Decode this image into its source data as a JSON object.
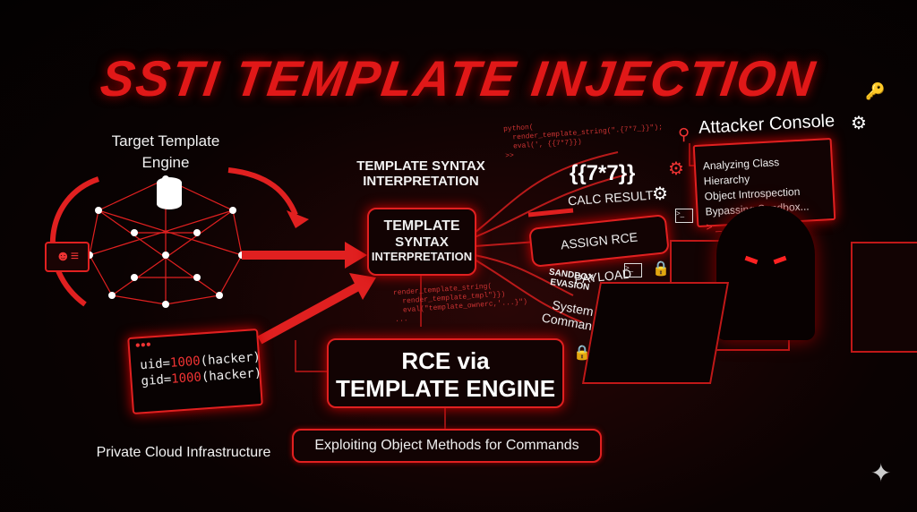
{
  "title": "SSTI TEMPLATE INJECTION",
  "target": {
    "label_line1": "Target Template",
    "label_line2": "Engine"
  },
  "infra_label": "Private Cloud Infrastructure",
  "terminal": {
    "uid_prefix": "uid=",
    "uid_num": "1000",
    "uid_suffix": "(hacker)",
    "gid_prefix": "gid=",
    "gid_num": "1000",
    "gid_suffix": "(hacker)"
  },
  "syntax_heading": {
    "line1": "TEMPLATE SYNTAX",
    "line2": "INTERPRETATION"
  },
  "syntax_box": {
    "line1": "TEMPLATE",
    "line2": "SYNTAX",
    "line3": "INTERPRETATION"
  },
  "code_top": "python(\n  render_template_string(\".{7*7_}}\");\n  eval(', {{7*7}})\n>>",
  "code_mid": "render_template_string(\n  render_template_tmpl\"}})\n  eval(\"template_ownerc,'...}\")\n...",
  "expression": "{{7*7}}",
  "calc_result": "CALC RESULT",
  "assign_payload": "ASSIGN RCE PAYLOAD",
  "sandbox": {
    "line1": "SANDBOX",
    "line2": "EVASION"
  },
  "system": {
    "line1": "System",
    "line2": "Command"
  },
  "rce": {
    "line1": "RCE via",
    "line2": "TEMPLATE ENGINE"
  },
  "exploit": "Exploiting Object Methods for Commands",
  "console": {
    "title": "Attacker Console",
    "lines": [
      "Analyzing Class Hierarchy",
      "Object Introspection",
      "Bypassing Sandbox..."
    ],
    "prompt": "> _"
  },
  "colors": {
    "accent": "#e02020",
    "background": "#050202"
  },
  "icons": [
    "database-icon",
    "id-card-icon",
    "key-icon",
    "gear-icon",
    "terminal-icon",
    "lock-icon",
    "hacker-icon",
    "sparkle-icon"
  ]
}
